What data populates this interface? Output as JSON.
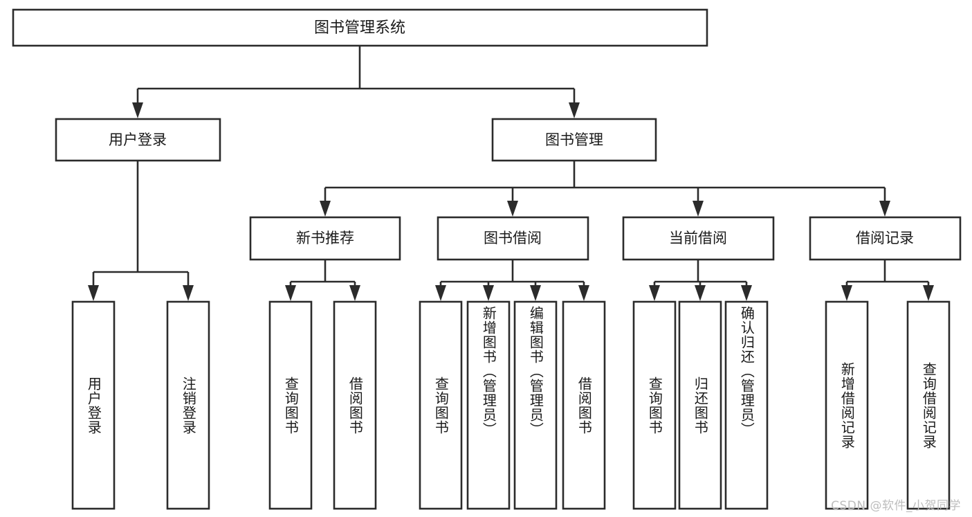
{
  "diagram": {
    "type": "tree",
    "title": "图书管理系统",
    "watermark": "CSDN @软件_小贺同学",
    "colors": {
      "stroke": "#2b2b2b",
      "fill": "#ffffff",
      "text": "#1a1a1a",
      "watermark": "#bdbdbd",
      "background": "#ffffff"
    },
    "root": {
      "label": "图书管理系统"
    },
    "level2": [
      {
        "label": "用户登录"
      },
      {
        "label": "图书管理"
      }
    ],
    "level3": [
      {
        "label": "新书推荐"
      },
      {
        "label": "图书借阅"
      },
      {
        "label": "当前借阅"
      },
      {
        "label": "借阅记录"
      }
    ],
    "leaves": {
      "user_login": [
        {
          "label": "用户登录"
        },
        {
          "label": "注销登录"
        }
      ],
      "new_book_recommend": [
        {
          "label": "查询图书"
        },
        {
          "label": "借阅图书"
        }
      ],
      "book_borrow": [
        {
          "label": "查询图书"
        },
        {
          "label": "新增图书（管理员）"
        },
        {
          "label": "编辑图书（管理员）"
        },
        {
          "label": "借阅图书"
        }
      ],
      "current_borrow": [
        {
          "label": "查询图书"
        },
        {
          "label": "归还图书"
        },
        {
          "label": "确认归还（管理员）"
        }
      ],
      "borrow_record": [
        {
          "label": "新增借阅记录"
        },
        {
          "label": "查询借阅记录"
        }
      ]
    }
  }
}
